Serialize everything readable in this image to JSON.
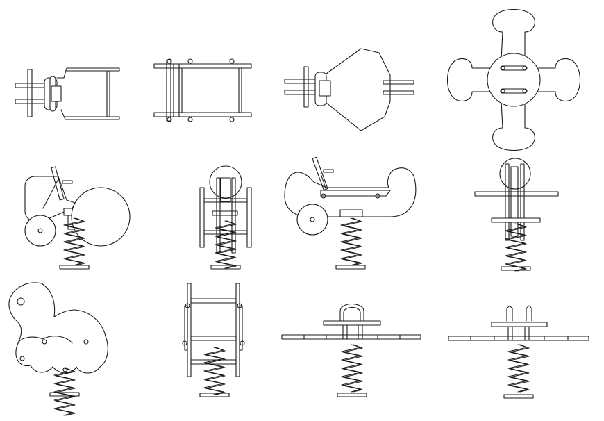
{
  "drawing": {
    "background": "#ffffff",
    "line_color": "#1a1a1a",
    "items": [
      {
        "id": "tractor-plan",
        "view": "plan"
      },
      {
        "id": "cart-plan",
        "view": "plan"
      },
      {
        "id": "airplane-plan",
        "view": "plan"
      },
      {
        "id": "cross-seesaw-plan",
        "view": "plan"
      },
      {
        "id": "tractor-side",
        "view": "elevation"
      },
      {
        "id": "tractor-front",
        "view": "elevation"
      },
      {
        "id": "airplane-side",
        "view": "elevation"
      },
      {
        "id": "airplane-front",
        "view": "elevation"
      },
      {
        "id": "turtle-side",
        "view": "elevation"
      },
      {
        "id": "cart-front",
        "view": "elevation"
      },
      {
        "id": "seesaw-handle-front",
        "view": "elevation"
      },
      {
        "id": "seesaw-pegs-front",
        "view": "elevation"
      }
    ]
  }
}
